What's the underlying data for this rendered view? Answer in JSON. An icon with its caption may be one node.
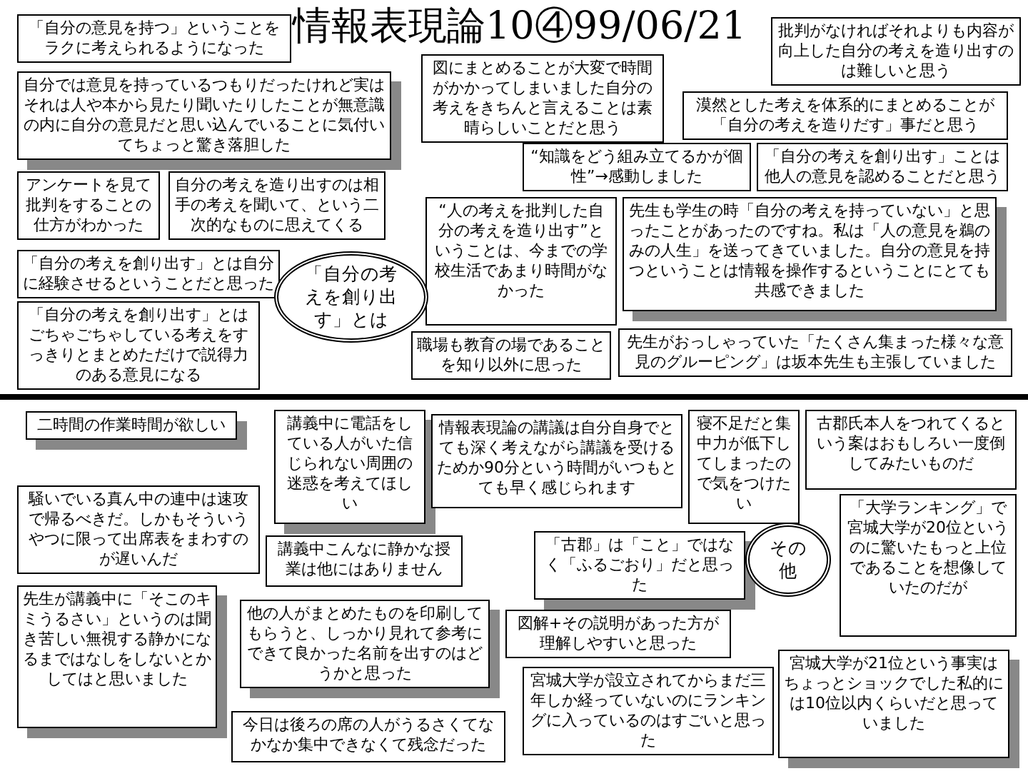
{
  "diagram": {
    "title": "情報表現論10④99/06/21",
    "nodes": [
      {
        "text": [
          "「自分の意見を持つ」ということをラクに考えられるようになった"
        ]
      },
      {
        "text": [
          "自分では意見を持っているつもりだったけれど実はそれは人や本から見たり聞いたりしたことが無意識の内に自分の意見だと思い込んでいることに気付いてちょっと驚き落胆した"
        ]
      },
      {
        "text": [
          "図にまとめることが大変で時間がかかってしまいました自分の考えをきちんと言えることは素晴らしいことだと思う"
        ]
      },
      {
        "text": [
          "批判がなければそれよりも内容が向上した自分の考えを造り出すのは難しいと思う"
        ]
      },
      {
        "text": [
          "漠然とした考えを体系的にまとめることが「自分の考えを造りだす」事だと思う"
        ]
      },
      {
        "text": [
          "“知識をどう組み立てるかが個性”→感動しました"
        ]
      },
      {
        "text": [
          "「自分の考えを創り出す」ことは他人の意見を認めることだと思う"
        ]
      },
      {
        "text": [
          "アンケートを見て批判をすることの仕方がわかった"
        ]
      },
      {
        "text": [
          "自分の考えを造り出すのは相手の考えを聞いて、という二次的なものに思えてくる"
        ]
      },
      {
        "text": [
          "“人の考えを批判した自分の考えを造り出す”ということは、今までの学校生活であまり時間がなかった"
        ]
      },
      {
        "text": [
          "先生も学生の時「自分の考えを持っていない」と思ったことがあったのですね。私は「人の意見を鵜のみの人生」を送ってきていました。自分の意見を持つということは情報を操作するということにとても共感できました"
        ]
      },
      {
        "text": [
          "「自分の考えを創り出す」とは自分に経験させるということだと思った"
        ]
      },
      {
        "text": [
          "「自分の考えを創り出す」とは"
        ]
      },
      {
        "text": [
          "「自分の考えを創り出す」とはごちゃごちゃしている考えをすっきりとまとめただけで説得力のある意見になる"
        ]
      },
      {
        "text": [
          "職場も教育の場であることを知り以外に思った"
        ]
      },
      {
        "text": [
          "先生がおっしゃっていた「たくさん集まった様々な意見のグルーピング」は坂本先生も主張していました"
        ]
      },
      {
        "text": [
          "二時間の作業時間が欲しい"
        ]
      },
      {
        "text": [
          "講義中に電話をしている人がいた信じられない周囲の迷惑を考えてほしい"
        ]
      },
      {
        "text": [
          "情報表現論の講議は自分自身でとても深く考えながら講議を受けるためか90分という時間がいつもとても早く感じられます"
        ]
      },
      {
        "text": [
          "寝不足だと集中力が低下してしまったので気をつけたい"
        ]
      },
      {
        "text": [
          "古郡氏本人をつれてくるという案はおもしろい一度倒してみたいものだ"
        ]
      },
      {
        "text": [
          "騒いでいる真ん中の連中は速攻で帰るべきだ。しかもそういうやつに限って出席表をまわすのが遅いんだ"
        ]
      },
      {
        "text": [
          "「大学ランキング」で宮城大学が20位というのに驚いたもっと上位であることを想像していたのだが"
        ]
      },
      {
        "text": [
          "講義中こんなに静かな授業は他にはありません"
        ]
      },
      {
        "text": [
          "「古郡」は「こと」ではなく「ふるごおり」だと思った"
        ]
      },
      {
        "text": [
          "その他"
        ]
      },
      {
        "text": [
          "先生が講義中に「そこのキミうるさい」というのは聞き苦しい無視する静かになるまではなしをしないとかしてはと思いました"
        ]
      },
      {
        "text": [
          "他の人がまとめたものを印刷してもらうと、しっかり見れて参考にできて良かった名前を出すのはどうかと思った"
        ]
      },
      {
        "text": [
          "図解+その説明があった方が理解しやすいと思った"
        ]
      },
      {
        "text": [
          "宮城大学が設立されてからまだ三年しか経っていないのにランキングに入っているのはすごいと思った"
        ]
      },
      {
        "text": [
          "宮城大学が21位という事実はちょっとショックでした私的には10位以内くらいだと思っていました"
        ]
      },
      {
        "text": [
          "今日は後ろの席の人がうるさくてなかなか集中できなくて残念だった"
        ]
      }
    ]
  }
}
